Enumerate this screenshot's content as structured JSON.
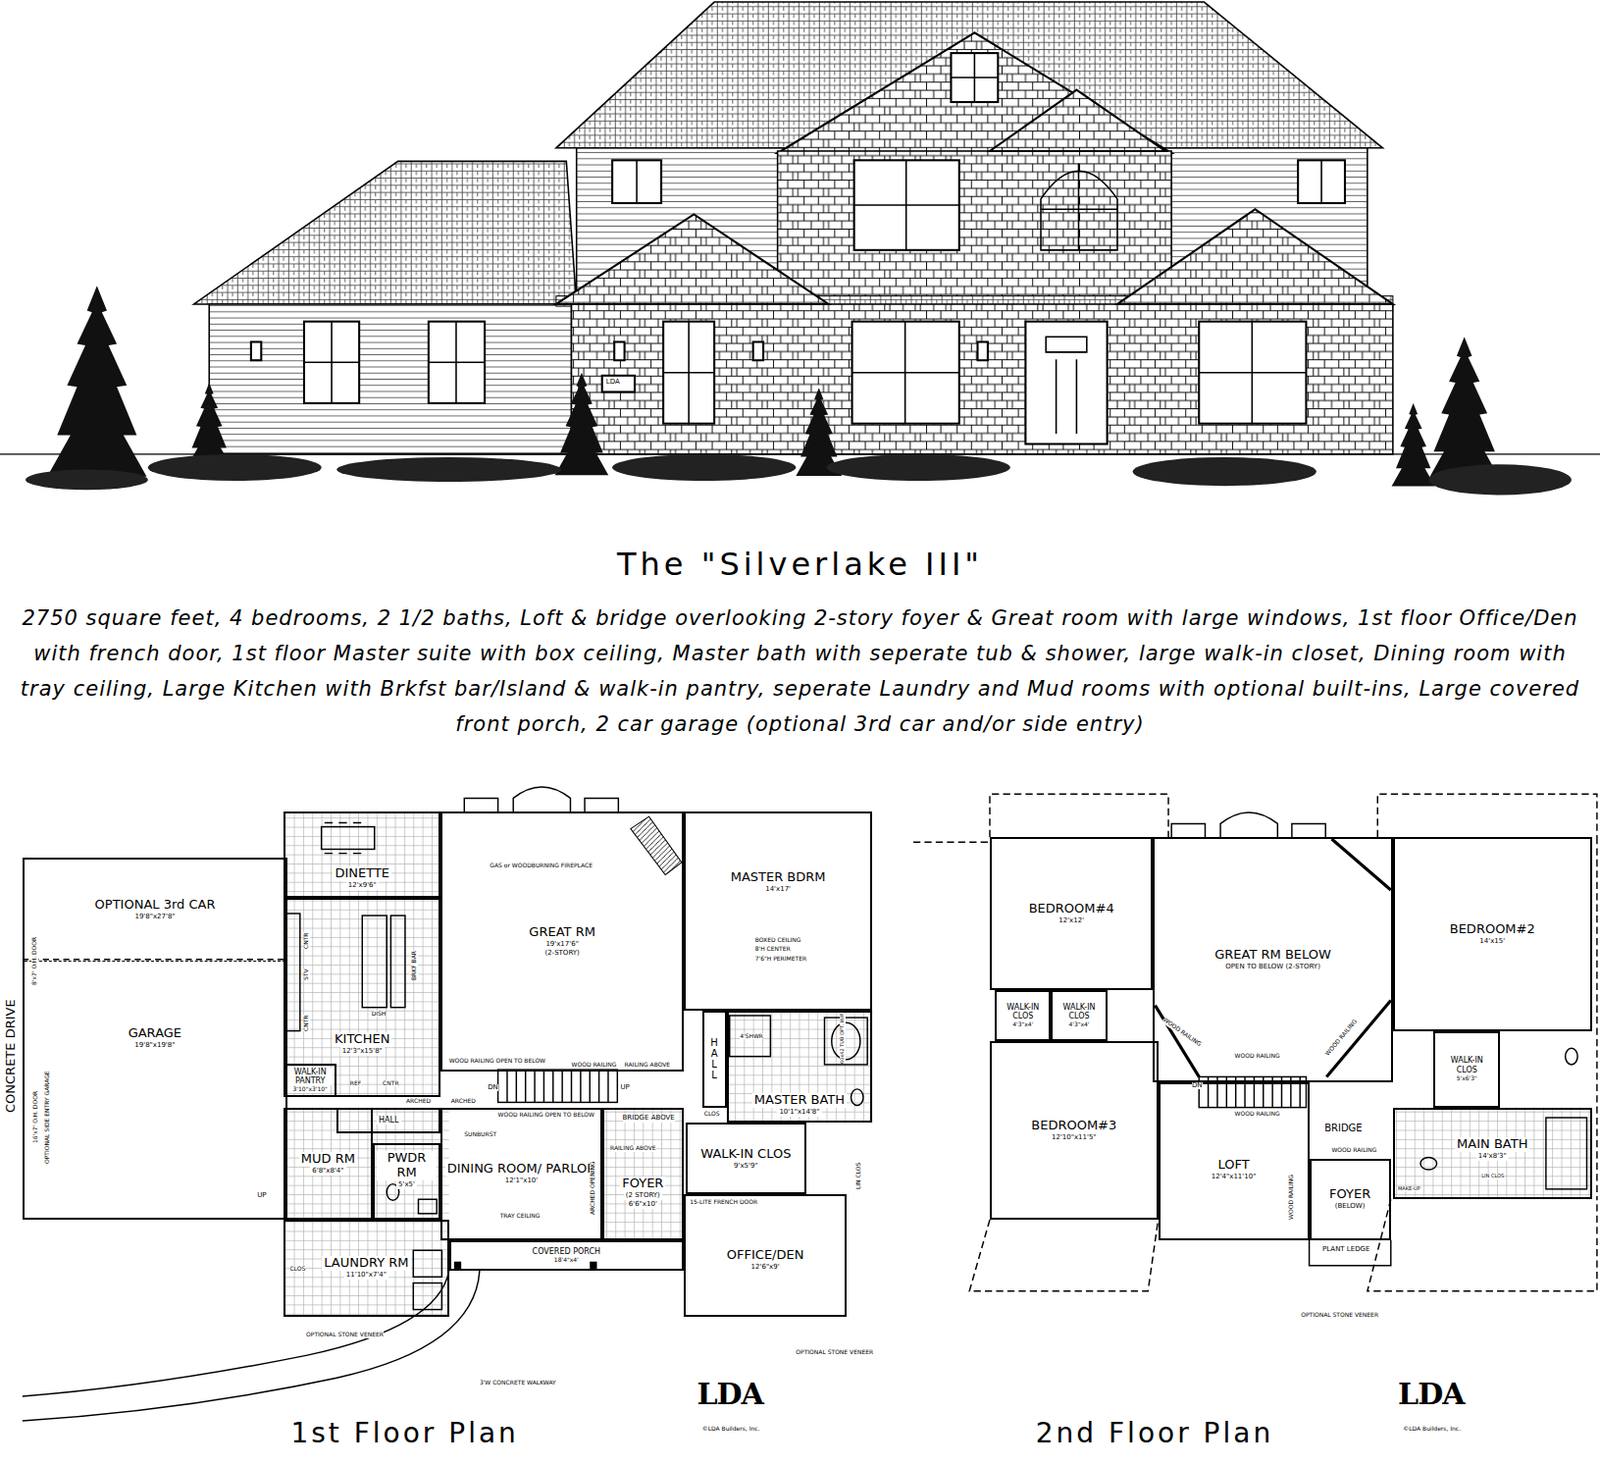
{
  "diagram": {
    "title": "The \"Silverlake III\"",
    "caption": "2750 square feet, 4 bedrooms, 2 1/2 baths, Loft & bridge overlooking 2-story foyer & Great room with large windows, 1st floor Office/Den with french door, 1st floor Master suite with box ceiling, Master bath with seperate tub & shower, large walk-in closet, Dining room with tray ceiling, Large Kitchen with Brkfst bar/Island & walk-in pantry, seperate Laundry and Mud rooms with optional built-ins, Large covered front porch, 2 car garage (optional 3rd car and/or side entry)",
    "nodes": [
      {
        "text": [
          "GARAGE",
          "19'8\"x19'8\""
        ]
      },
      {
        "text": [
          "OPTIONAL 3rd CAR",
          "19'8\"x27'8\""
        ],
        "in": 0
      },
      {
        "text": [
          "DINETTE",
          "12'x9'6\""
        ]
      },
      {
        "text": [
          "KITCHEN",
          "12'3\"x15'8\""
        ]
      },
      {
        "text": [
          "WALK-IN PANTRY",
          "3'10\"x3'10\""
        ]
      },
      {
        "text": [
          "GREAT RM",
          "19'x17'6\"",
          "(2-STORY)"
        ]
      },
      {
        "text": [
          "MASTER BDRM",
          "14'x17'"
        ]
      },
      {
        "text": [
          "HALL"
        ]
      },
      {
        "text": [
          "MASTER BATH",
          "10'1\"x14'8\""
        ]
      },
      {
        "text": [
          "WALK-IN CLOS",
          "9'x5'9\""
        ]
      },
      {
        "text": [
          "OFFICE/DEN",
          "12'6\"x9'"
        ]
      },
      {
        "text": [
          "FOYER",
          "(2 STORY)",
          "6'6\"x10'"
        ]
      },
      {
        "text": [
          "DINING ROOM/ PARLOR",
          "12'1\"x10'"
        ]
      },
      {
        "text": [
          "HALL"
        ]
      },
      {
        "text": [
          "MUD RM",
          "6'8\"x8'4\""
        ]
      },
      {
        "text": [
          "PWDR RM",
          "5'x5'"
        ]
      },
      {
        "text": [
          "LAUNDRY RM",
          "11'10\"x7'4\""
        ]
      },
      {
        "text": [
          "COVERED PORCH",
          "18'4\"x4'"
        ]
      },
      {
        "text": [
          "BEDROOM#4",
          "12'x12'"
        ]
      },
      {
        "text": [
          "WALK-IN CLOS",
          "4'3\"x4'"
        ]
      },
      {
        "text": [
          "WALK-IN CLOS",
          "4'3\"x4'"
        ]
      },
      {
        "text": [
          "BEDROOM#3",
          "12'10\"x11'5\""
        ]
      },
      {
        "text": [
          "GREAT RM BELOW",
          "OPEN TO BELOW (2-STORY)"
        ]
      },
      {
        "text": [
          "BEDROOM#2",
          "14'x15'"
        ]
      },
      {
        "text": [
          "WALK-IN CLOS",
          "5'x6'3\""
        ]
      },
      {
        "text": [
          "MAIN BATH",
          "14'x8'3\""
        ]
      },
      {
        "text": [
          "LOFT",
          "12'4\"x11'10\""
        ]
      },
      {
        "text": [
          "FOYER",
          "(BELOW)"
        ]
      }
    ],
    "labels": [
      "CONCRETE DRIVE",
      "8'x7' O.H. DOOR",
      "16'x7' O.H. DOOR",
      "OPTIONAL SIDE ENTRY GARAGE",
      "UP",
      "CNTR",
      "STV",
      "CNTR",
      "DISH",
      "BRKF BAR",
      "REF",
      "CNTR",
      "GAS or WOODBURNING FIREPLACE",
      "BOXED CEILING",
      "8'H CENTER",
      "7'6\"H PERIMETER",
      "WOOD RAILING OPEN TO BELOW",
      "WOOD RAILING",
      "RAILING ABOVE",
      "DN",
      "UP",
      "ARCHED",
      "ARCHED",
      "WOOD RAILING OPEN TO BELOW",
      "SUNBURST",
      "TRAY CEILING",
      "ARCHED OPENING",
      "BRIDGE ABOVE",
      "RAILING ABOVE",
      "CLOS",
      "LIN CLOS",
      "4'SHWR",
      "60x42 TUB OPT. W/P",
      "15-LITE FRENCH DOOR",
      "CLOS",
      "OPTIONAL STONE VENEER",
      "3'W CONCRETE WALKWAY",
      "OPTIONAL STONE VENEER",
      "1st Floor Plan",
      "LDA",
      "©LDA Builders, Inc.",
      "2nd Floor Plan",
      "LDA",
      "©LDA Builders, Inc.",
      "WOOD RAILING",
      "WOOD RAILING",
      "WOOD RAILING",
      "DN",
      "WOOD RAILING",
      "BRIDGE",
      "WOOD RAILING",
      "WOOD RAILING",
      "PLANT LEDGE",
      "OPTIONAL STONE VENEER",
      "MAKE-UP",
      "LIN CLOS",
      "LDA"
    ]
  }
}
